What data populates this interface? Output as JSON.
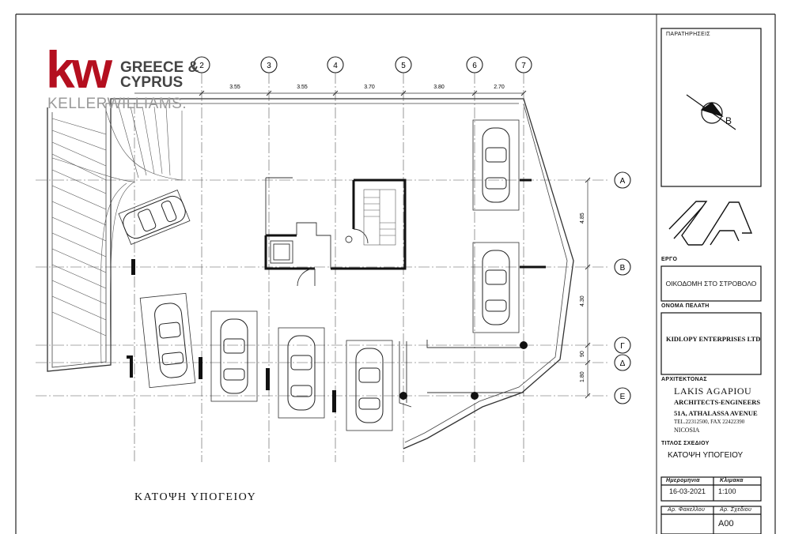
{
  "logo": {
    "mark": "kw",
    "region": "GREECE &",
    "region2": "CYPRUS",
    "brand": "KELLERWILLIAMS."
  },
  "plan": {
    "title": "ΚΑΤΟΨΗ ΥΠΟΓΕΙΟΥ",
    "columns": [
      "2",
      "3",
      "4",
      "5",
      "6",
      "7"
    ],
    "column_dims": [
      "3.55",
      "3.55",
      "3.70",
      "3.80",
      "2.70"
    ],
    "rows": [
      "A",
      "B",
      "Γ",
      "Δ",
      "E"
    ],
    "row_dims": [
      "4.85",
      "4.30",
      "90",
      "1.80"
    ]
  },
  "title_block": {
    "remarks_label": "ΠΑΡΑΤΗΡΗΣΕΙΣ",
    "north_label": "B",
    "project_label": "ΕΡΓΟ",
    "project_value": "ΟΙΚΟΔΟΜΗ ΣΤΟ ΣΤΡΟΒΟΛΟ",
    "client_label": "ΟΝΟΜΑ ΠΕΛΑΤΗ",
    "client_value": "KIDLOPY ENTERPRISES LTD",
    "architect_label": "ΑΡΧΙΤΕΚΤΟΝΑΣ",
    "architect_name": "LAKIS AGAPIOU",
    "architect_firm": "ARCHITECTS-ENGINEERS",
    "architect_address": "51A, ATHALASSA AVENUE",
    "architect_tel": "TEL.22312500, FAX 22422390",
    "architect_city": "NICOSIA",
    "drawing_title_label": "ΤΙΤΛΟΣ ΣΧΕΔΙΟΥ",
    "drawing_title_value": "ΚΑΤΟΨΗ ΥΠΟΓΕΙΟΥ",
    "date_label": "Ημερομηνια",
    "date_value": "16-03-2021",
    "scale_label": "Κλιμακα",
    "scale_value": "1:100",
    "folder_label": "Αρ. Φακελλου",
    "drawing_no_label": "Αρ. Σχεδιου",
    "drawing_no_value": "A00"
  }
}
